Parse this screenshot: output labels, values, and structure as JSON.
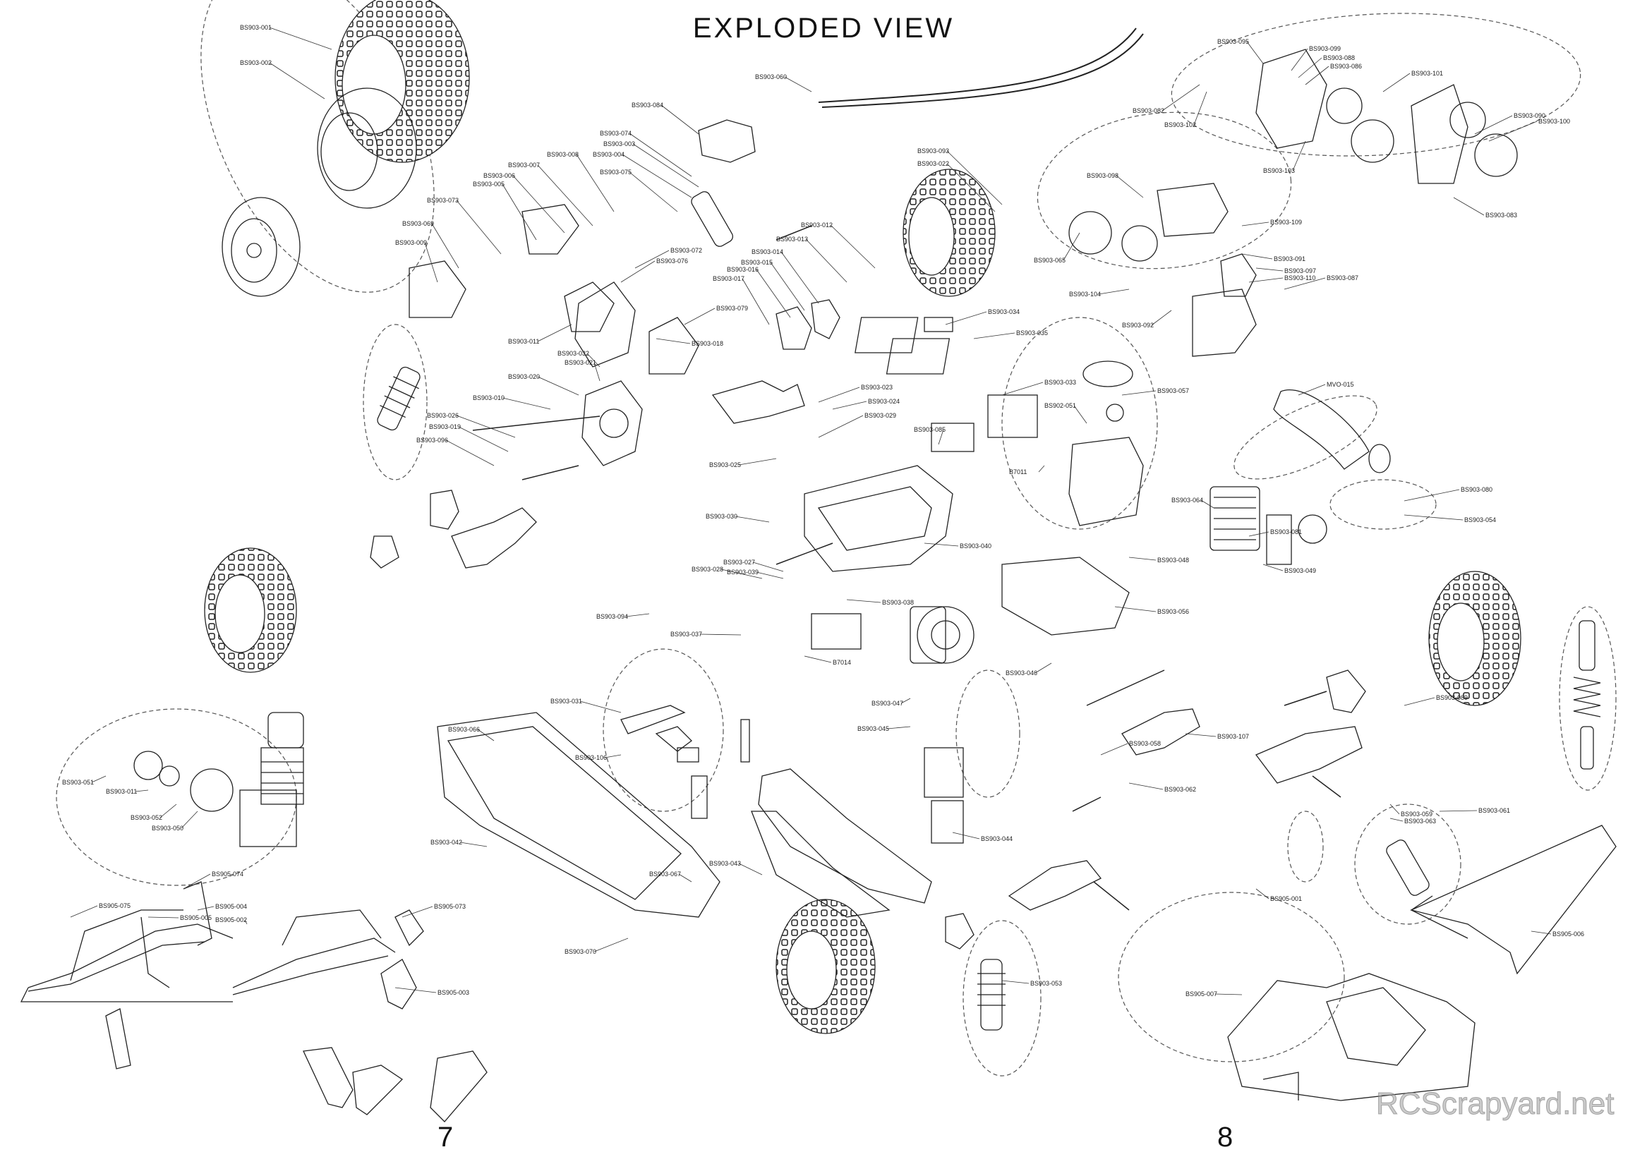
{
  "title": "EXPLODED VIEW",
  "page_numbers": {
    "left": "7",
    "right": "8"
  },
  "watermark": "RCScrapyard.net",
  "colors": {
    "line": "#222222",
    "dashed": "#666666",
    "background": "#ffffff"
  },
  "part_labels": [
    {
      "id": "l1",
      "text": "BS903-001"
    },
    {
      "id": "l2",
      "text": "BS903-002"
    },
    {
      "id": "l3",
      "text": "BS903-060"
    },
    {
      "id": "l4",
      "text": "BS903-084"
    },
    {
      "id": "l5",
      "text": "BS903-074"
    },
    {
      "id": "l6",
      "text": "BS903-003"
    },
    {
      "id": "l7",
      "text": "BS903-004"
    },
    {
      "id": "l8",
      "text": "BS903-075"
    },
    {
      "id": "l9",
      "text": "BS903-008"
    },
    {
      "id": "l10",
      "text": "BS903-007"
    },
    {
      "id": "l11",
      "text": "BS903-006"
    },
    {
      "id": "l12",
      "text": "BS903-005"
    },
    {
      "id": "l13",
      "text": "BS903-073"
    },
    {
      "id": "l14",
      "text": "BS903-069"
    },
    {
      "id": "l15",
      "text": "BS903-009"
    },
    {
      "id": "l16",
      "text": "BS903-093"
    },
    {
      "id": "l17",
      "text": "BS903-022"
    },
    {
      "id": "l18",
      "text": "BS903-012"
    },
    {
      "id": "l19",
      "text": "BS903-013"
    },
    {
      "id": "l20",
      "text": "BS903-014"
    },
    {
      "id": "l21",
      "text": "BS903-015"
    },
    {
      "id": "l22",
      "text": "BS903-016"
    },
    {
      "id": "l23",
      "text": "BS903-017"
    },
    {
      "id": "l24",
      "text": "BS903-072"
    },
    {
      "id": "l25",
      "text": "BS903-076"
    },
    {
      "id": "l26",
      "text": "BS903-079"
    },
    {
      "id": "l27",
      "text": "BS903-011"
    },
    {
      "id": "l28",
      "text": "BS903-018"
    },
    {
      "id": "l29",
      "text": "BS903-032"
    },
    {
      "id": "l30",
      "text": "BS903-021"
    },
    {
      "id": "l31",
      "text": "BS903-020"
    },
    {
      "id": "l32",
      "text": "BS903-010"
    },
    {
      "id": "l33",
      "text": "BS903-019"
    },
    {
      "id": "l34",
      "text": "BS903-026"
    },
    {
      "id": "l35",
      "text": "BS903-096"
    },
    {
      "id": "l36",
      "text": "BS903-023"
    },
    {
      "id": "l37",
      "text": "BS903-024"
    },
    {
      "id": "l38",
      "text": "BS903-029"
    },
    {
      "id": "l39",
      "text": "BS903-025"
    },
    {
      "id": "l40",
      "text": "BS903-034"
    },
    {
      "id": "l41",
      "text": "BS903-035"
    },
    {
      "id": "l42",
      "text": "BS903-033"
    },
    {
      "id": "l43",
      "text": "BS902-051"
    },
    {
      "id": "l44",
      "text": "B7011"
    },
    {
      "id": "l45",
      "text": "BS903-085"
    },
    {
      "id": "l46",
      "text": "BS903-057"
    },
    {
      "id": "l47",
      "text": "BS903-095"
    },
    {
      "id": "l48",
      "text": "BS903-099"
    },
    {
      "id": "l49",
      "text": "BS903-088"
    },
    {
      "id": "l50",
      "text": "BS903-086"
    },
    {
      "id": "l51",
      "text": "BS903-101"
    },
    {
      "id": "l52",
      "text": "BS903-082"
    },
    {
      "id": "l53",
      "text": "BS903-102"
    },
    {
      "id": "l54",
      "text": "BS903-100"
    },
    {
      "id": "l55",
      "text": "BS903-090"
    },
    {
      "id": "l56",
      "text": "BS903-103"
    },
    {
      "id": "l57",
      "text": "BS903-083"
    },
    {
      "id": "l58",
      "text": "BS903-098"
    },
    {
      "id": "l59",
      "text": "BS903-109"
    },
    {
      "id": "l60",
      "text": "BS903-091"
    },
    {
      "id": "l61",
      "text": "BS903-097"
    },
    {
      "id": "l62",
      "text": "BS903-110"
    },
    {
      "id": "l63",
      "text": "BS903-087"
    },
    {
      "id": "l64",
      "text": "BS903-065"
    },
    {
      "id": "l65",
      "text": "BS903-104"
    },
    {
      "id": "l66",
      "text": "BS903-092"
    },
    {
      "id": "l67",
      "text": "MVO-015"
    },
    {
      "id": "l68",
      "text": "BS903-064"
    },
    {
      "id": "l69",
      "text": "BS903-081"
    },
    {
      "id": "l70",
      "text": "BS903-049"
    },
    {
      "id": "l71",
      "text": "BS903-080"
    },
    {
      "id": "l72",
      "text": "BS903-054"
    },
    {
      "id": "l73",
      "text": "BS903-048"
    },
    {
      "id": "l74",
      "text": "BS903-056"
    },
    {
      "id": "l75",
      "text": "BS903-040"
    },
    {
      "id": "l76",
      "text": "BS903-028"
    },
    {
      "id": "l77",
      "text": "BS903-027"
    },
    {
      "id": "l78",
      "text": "BS903-039"
    },
    {
      "id": "l79",
      "text": "BS903-030"
    },
    {
      "id": "l80",
      "text": "BS903-094"
    },
    {
      "id": "l81",
      "text": "BS903-038"
    },
    {
      "id": "l82",
      "text": "BS903-037"
    },
    {
      "id": "l83",
      "text": "B7014"
    },
    {
      "id": "l84",
      "text": "BS903-031"
    },
    {
      "id": "l85",
      "text": "BS903-106"
    },
    {
      "id": "l86",
      "text": "BS903-047"
    },
    {
      "id": "l87",
      "text": "BS903-046"
    },
    {
      "id": "l88",
      "text": "BS903-045"
    },
    {
      "id": "l89",
      "text": "BS903-044"
    },
    {
      "id": "l90",
      "text": "BS903-043"
    },
    {
      "id": "l91",
      "text": "BS903-042"
    },
    {
      "id": "l92",
      "text": "BS903-066"
    },
    {
      "id": "l93",
      "text": "BS903-067"
    },
    {
      "id": "l94",
      "text": "BS903-070"
    },
    {
      "id": "l95",
      "text": "BS903-051"
    },
    {
      "id": "l96",
      "text": "BS903-050"
    },
    {
      "id": "l97",
      "text": "BS903-052"
    },
    {
      "id": "l98",
      "text": "BS903-011"
    },
    {
      "id": "l99",
      "text": "BS905-074"
    },
    {
      "id": "l100",
      "text": "BS905-004"
    },
    {
      "id": "l101",
      "text": "BS905-002"
    },
    {
      "id": "l102",
      "text": "BS905-005"
    },
    {
      "id": "l103",
      "text": "BS905-073"
    },
    {
      "id": "l104",
      "text": "BS905-003"
    },
    {
      "id": "l105",
      "text": "BS905-075"
    },
    {
      "id": "l106",
      "text": "BS903-089"
    },
    {
      "id": "l107",
      "text": "BS903-107"
    },
    {
      "id": "l108",
      "text": "BS903-059"
    },
    {
      "id": "l109",
      "text": "BS903-061"
    },
    {
      "id": "l110",
      "text": "BS903-063"
    },
    {
      "id": "l111",
      "text": "BS905-001"
    },
    {
      "id": "l112",
      "text": "BS905-006"
    },
    {
      "id": "l113",
      "text": "BS905-007"
    },
    {
      "id": "l114",
      "text": "BS903-053"
    },
    {
      "id": "l115",
      "text": "BS903-058"
    },
    {
      "id": "l116",
      "text": "BS903-062"
    }
  ]
}
